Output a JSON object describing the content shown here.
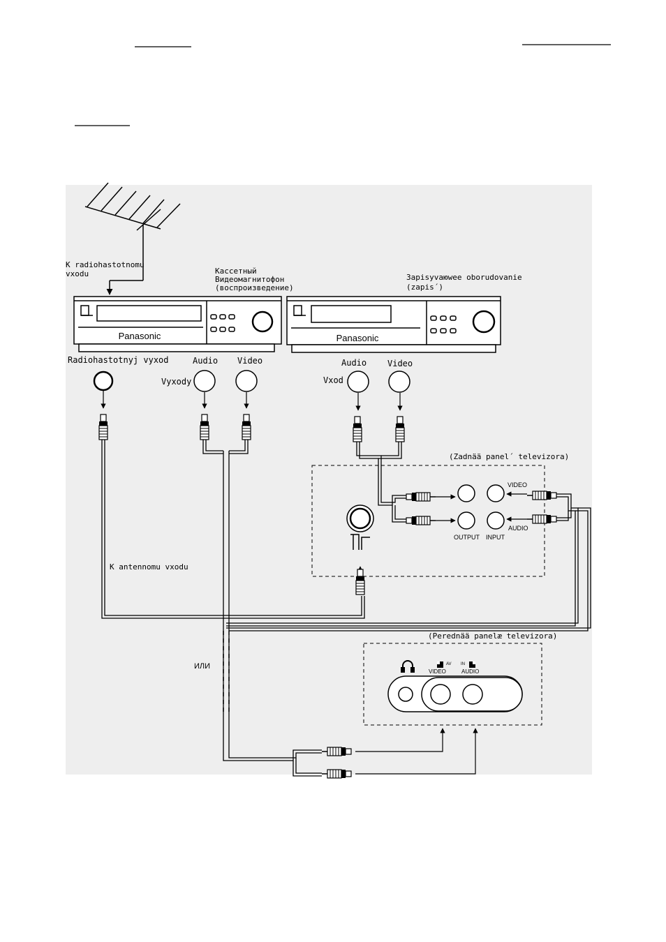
{
  "antenna": {
    "to_rf_input_label_line1": "K radiohastotnomu",
    "to_rf_input_label_line2": "vxodu"
  },
  "playback_vcr": {
    "title_line1": "Кассетный",
    "title_line2": "Видеомагнитофон",
    "title_line3": "(воспроизведение)",
    "brand": "Panasonic",
    "rf_output_label": "Radiohastotnyj vyxod",
    "outputs_label": "Vyxody",
    "audio_label": "Audio",
    "video_label": "Video"
  },
  "recording_equipment": {
    "title_line1": "Зapisyvaюwee oborudovanie",
    "title_line2": "(zapis´)",
    "brand": "Panasonic",
    "input_label": "Vxod",
    "audio_label": "Audio",
    "video_label": "Video"
  },
  "tv_rear_panel": {
    "title": "(Zadnää panel´ televizora)",
    "video_label": "VIDEO",
    "audio_label": "AUDIO",
    "output_label": "OUTPUT",
    "input_label": "INPUT"
  },
  "antenna_input_label": "K antennomu vxodu",
  "or_label": "ИЛИ",
  "tv_front_panel": {
    "title": "(Perednää panelæ televizora)",
    "av_label": "AV",
    "video_label": "VIDEO",
    "in_label": "IN",
    "audio_label": "AUDIO"
  }
}
